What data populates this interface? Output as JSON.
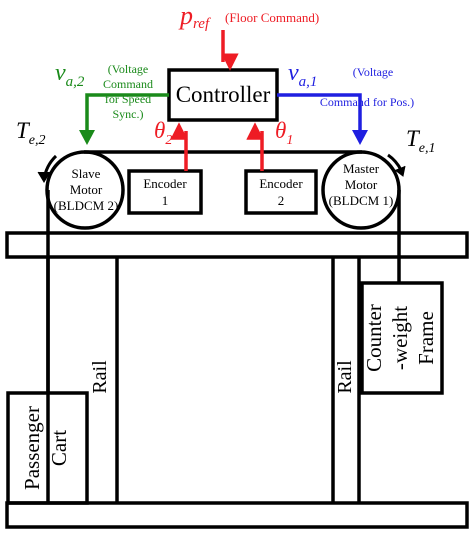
{
  "labels": {
    "p": "p",
    "p_sub": "ref",
    "floor_command": "(Floor Command)",
    "controller": "Controller",
    "v": "v",
    "va2_sub": "a,2",
    "va1_sub": "a,1",
    "slave_cmd_line1": "(Voltage",
    "slave_cmd_line2": "Command",
    "slave_cmd_line3": "for Speed",
    "slave_cmd_line4": "Sync.)",
    "master_cmd_line1": "(Voltage",
    "master_cmd_line2": "Command for Pos.)",
    "theta": "θ",
    "theta2_sub": "2",
    "theta1_sub": "1",
    "T": "T",
    "te2_sub": "e,2",
    "te1_sub": "e,1",
    "slave_motor_line1": "Slave",
    "slave_motor_line2": "Motor",
    "slave_motor_line3": "(BLDCM 2)",
    "master_motor_line1": "Master",
    "master_motor_line2": "Motor",
    "master_motor_line3": "(BLDCM 1)",
    "encoder1_line1": "Encoder",
    "encoder1_line2": "1",
    "encoder2_line1": "Encoder",
    "encoder2_line2": "2",
    "rail_left": "Rail",
    "rail_right": "Rail",
    "counterweight_line1": "Counter",
    "counterweight_line2": "-weight",
    "counterweight_line3": "Frame",
    "passenger_line1": "Passenger",
    "passenger_line2": "Cart"
  },
  "colors": {
    "line": "#000000",
    "reference": "#ee1c24",
    "slave_command": "#1a8a1a",
    "master_command": "#1f1fe0",
    "feedback": "#ee1c24"
  }
}
